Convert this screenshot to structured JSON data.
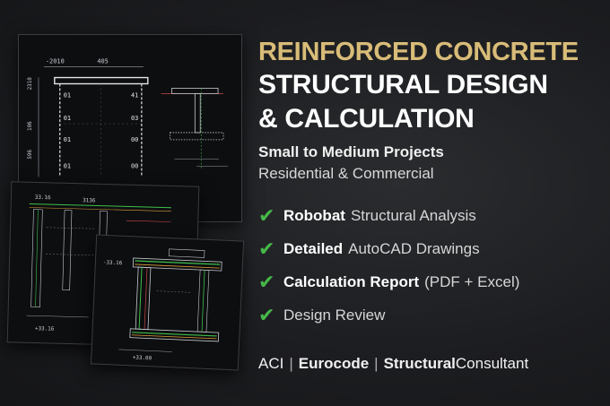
{
  "title": {
    "line1": "REINFORCED CONCRETE",
    "line2": "STRUCTURAL DESIGN",
    "line3": "& CALCULATION"
  },
  "subtitle": {
    "line1": "Small to Medium Projects",
    "line2": "Residential & Commercial"
  },
  "features": [
    {
      "strong": "Robobat",
      "normal": "Structural Analysis"
    },
    {
      "strong": "Detailed",
      "normal": "AutoCAD Drawings"
    },
    {
      "strong": "Calculation Report",
      "normal": "(PDF + Excel)"
    },
    {
      "strong": "",
      "normal": "Design Review"
    }
  ],
  "footer": {
    "item1": "ACI",
    "separator": "|",
    "item2": "Eurocode",
    "item3": "Structural",
    "item4": "Consultant"
  },
  "drawing_labels": {
    "dim_top_left": "-2010",
    "dim_top_mid": "405",
    "dim_side_1": "2310",
    "dim_side_2": "106",
    "dim_side_3": "596",
    "col_right_1": "41",
    "col_right_2": "03",
    "col_right_3": "00",
    "col_right_4": "00",
    "col_left_1": "01",
    "col_left_2": "01",
    "col_left_3": "01",
    "col_left_4": "01",
    "sheet2_label1": "33.16",
    "sheet2_label2": "3136",
    "sheet2_label3": "+33.16",
    "sheet3_label1": "-33.16",
    "sheet3_label2": "+33.00"
  },
  "colors": {
    "gold": "#d8bc78",
    "check_green": "#46b849",
    "rebar_green": "#3fbf4a",
    "rebar_orange": "#e0a03a",
    "rebar_red": "#d04848",
    "cad_line": "#c8ccd2"
  }
}
